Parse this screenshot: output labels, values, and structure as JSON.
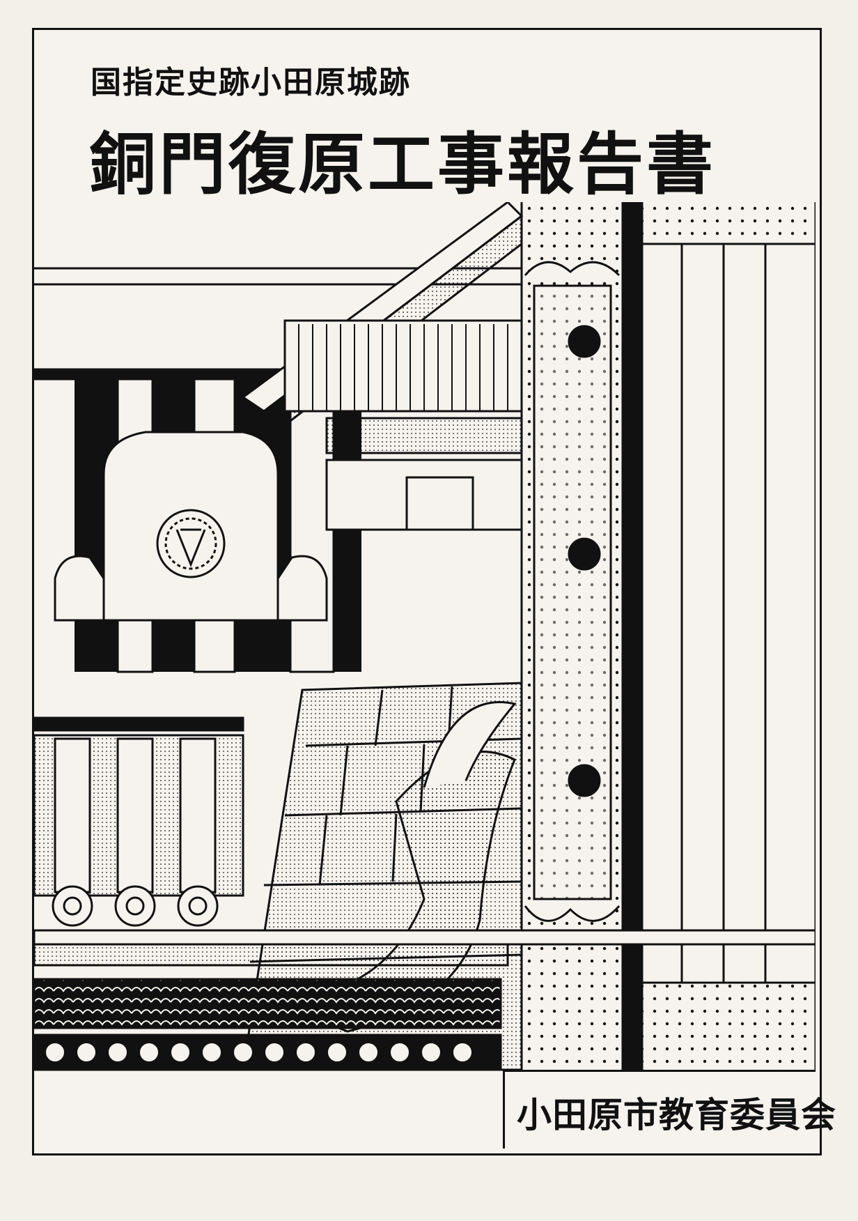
{
  "cover": {
    "subtitle": "国指定史跡小田原城跡",
    "title": "銅門復原工事報告書",
    "publisher": "小田原市教育委員会"
  },
  "illustration": {
    "subject": "copper-gate-reconstruction-drawing",
    "ink_color": "#111111",
    "paper_color": "#f6f3ee"
  }
}
